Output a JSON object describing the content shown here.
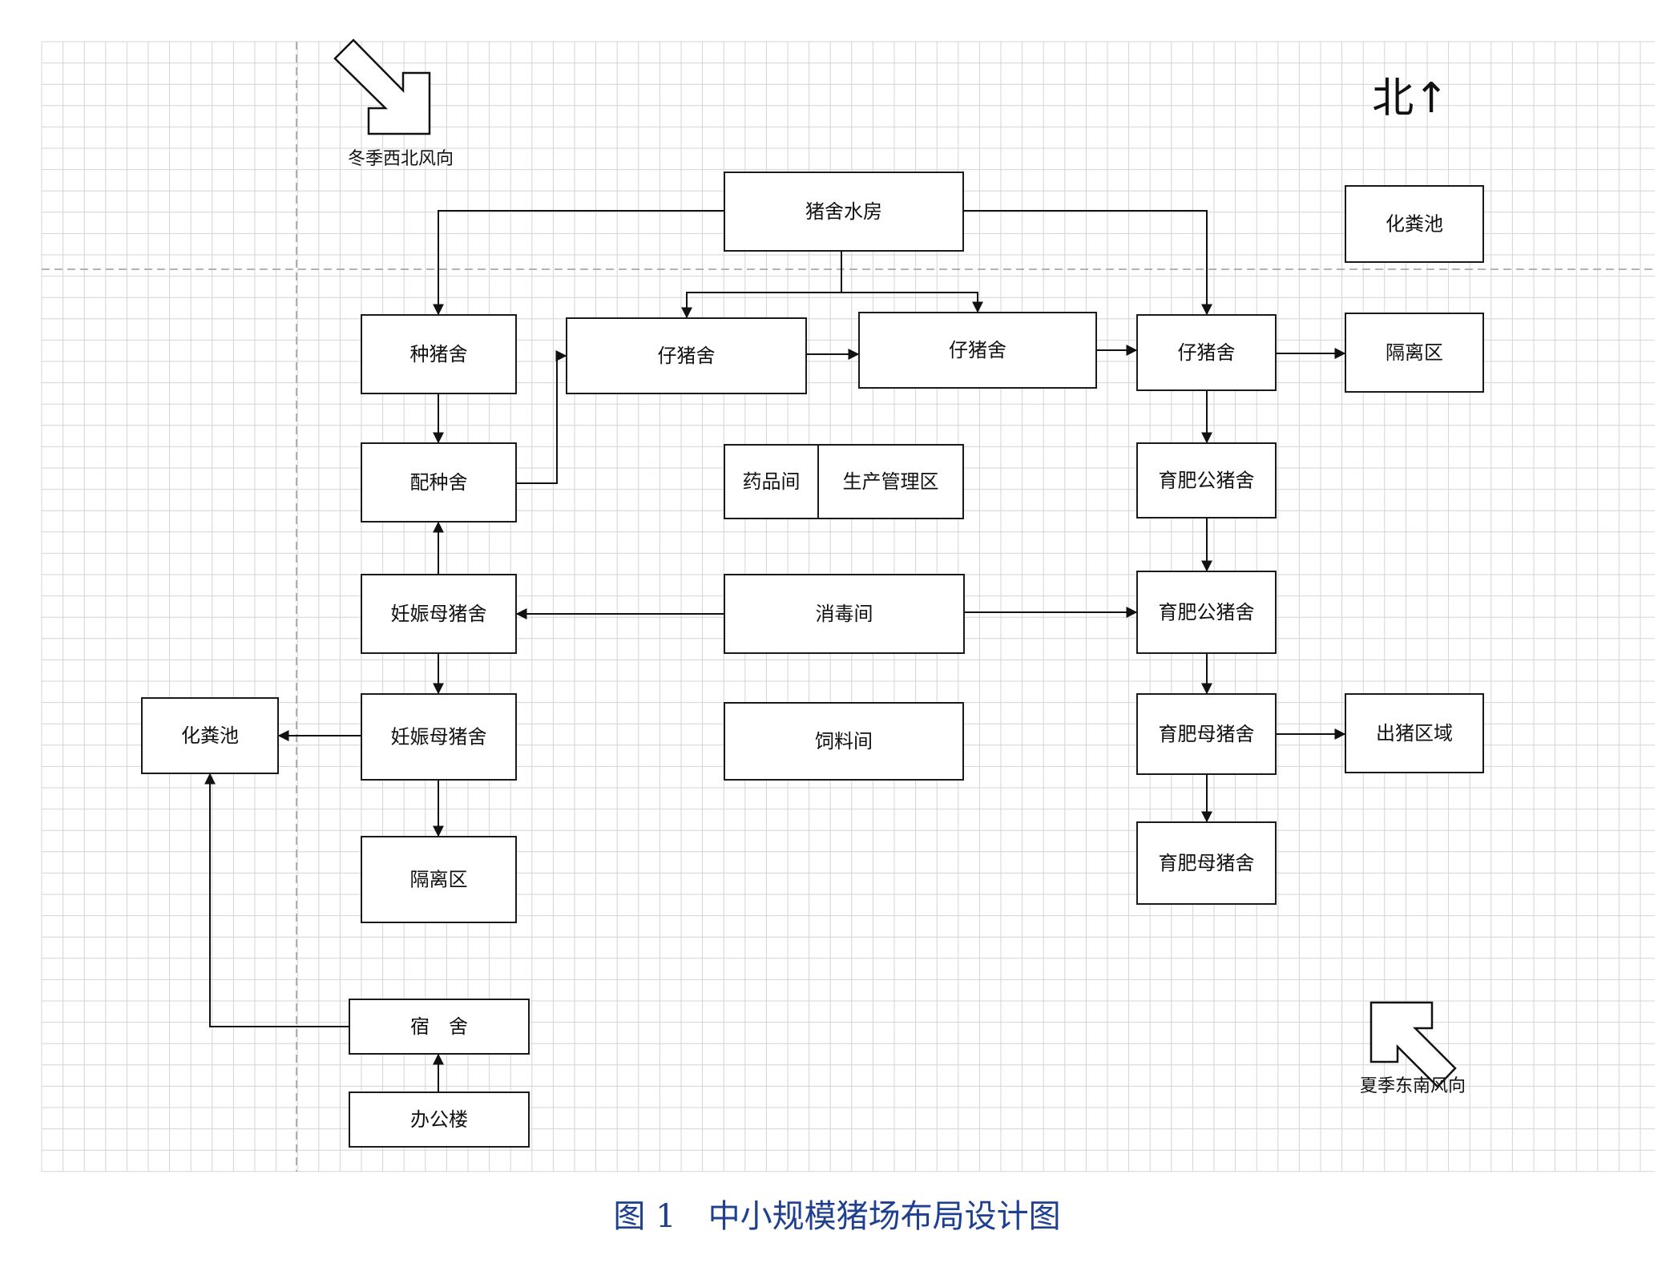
{
  "diagram": {
    "nodes": [
      {
        "id": "pig-water-room",
        "label": "猪舍水房"
      },
      {
        "id": "manure-pool-ne",
        "label": "化粪池"
      },
      {
        "id": "breeding-boar-house",
        "label": "种猪舍"
      },
      {
        "id": "piglet-house-1",
        "label": "仔猪舍"
      },
      {
        "id": "piglet-house-2",
        "label": "仔猪舍"
      },
      {
        "id": "piglet-house-3",
        "label": "仔猪舍"
      },
      {
        "id": "isolation-east",
        "label": "隔离区"
      },
      {
        "id": "mating-house",
        "label": "配种舍"
      },
      {
        "id": "pharmacy-room",
        "label": "药品间"
      },
      {
        "id": "production-mgmt",
        "label": "生产管理区"
      },
      {
        "id": "fattening-boar-1",
        "label": "育肥公猪舍"
      },
      {
        "id": "pregnant-sow-1",
        "label": "妊娠母猪舍"
      },
      {
        "id": "disinfection-room",
        "label": "消毒间"
      },
      {
        "id": "fattening-boar-2",
        "label": "育肥公猪舍"
      },
      {
        "id": "manure-pool-w",
        "label": "化粪池"
      },
      {
        "id": "pregnant-sow-2",
        "label": "妊娠母猪舍"
      },
      {
        "id": "feed-room",
        "label": "饲料间"
      },
      {
        "id": "fattening-sow-1",
        "label": "育肥母猪舍"
      },
      {
        "id": "shipping-area",
        "label": "出猪区域"
      },
      {
        "id": "isolation-west",
        "label": "隔离区"
      },
      {
        "id": "fattening-sow-2",
        "label": "育肥母猪舍"
      },
      {
        "id": "dormitory",
        "label": "宿　舍"
      },
      {
        "id": "office-building",
        "label": "办公楼"
      }
    ],
    "edges": [
      {
        "from": "pig-water-room",
        "to": "breeding-boar-house"
      },
      {
        "from": "pig-water-room",
        "to": "piglet-house-3"
      },
      {
        "from": "pig-water-room",
        "to": "piglet-house-1"
      },
      {
        "from": "pig-water-room",
        "to": "piglet-house-2"
      },
      {
        "from": "piglet-house-1",
        "to": "piglet-house-2"
      },
      {
        "from": "piglet-house-2",
        "to": "piglet-house-3"
      },
      {
        "from": "piglet-house-3",
        "to": "isolation-east"
      },
      {
        "from": "breeding-boar-house",
        "to": "mating-house"
      },
      {
        "from": "mating-house",
        "to": "piglet-house-1"
      },
      {
        "from": "piglet-house-3",
        "to": "fattening-boar-1"
      },
      {
        "from": "fattening-boar-1",
        "to": "fattening-boar-2"
      },
      {
        "from": "pregnant-sow-1",
        "to": "mating-house"
      },
      {
        "from": "disinfection-room",
        "to": "pregnant-sow-1"
      },
      {
        "from": "disinfection-room",
        "to": "fattening-boar-2"
      },
      {
        "from": "pregnant-sow-1",
        "to": "pregnant-sow-2"
      },
      {
        "from": "fattening-boar-2",
        "to": "fattening-sow-1"
      },
      {
        "from": "pregnant-sow-2",
        "to": "manure-pool-w"
      },
      {
        "from": "fattening-sow-1",
        "to": "shipping-area"
      },
      {
        "from": "pregnant-sow-2",
        "to": "isolation-west"
      },
      {
        "from": "fattening-sow-1",
        "to": "fattening-sow-2"
      },
      {
        "from": "dormitory",
        "to": "manure-pool-w"
      },
      {
        "from": "office-building",
        "to": "dormitory"
      }
    ],
    "winter_wind_label": "冬季西北风向",
    "summer_wind_label": "夏季东南风向",
    "north_label": "北↑",
    "caption": "图 1　中小规模猪场布局设计图"
  }
}
